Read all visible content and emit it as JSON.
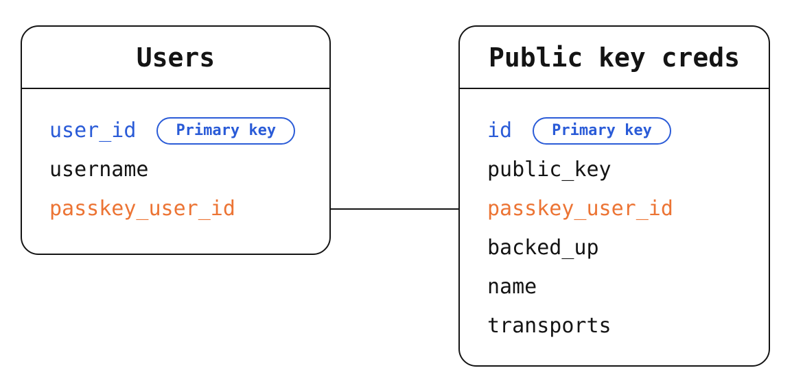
{
  "colors": {
    "ink": "#141414",
    "blue": "#2a5bd7",
    "orange": "#ec7434",
    "background": "#ffffff"
  },
  "tables": [
    {
      "title": "Users",
      "fields": [
        {
          "name": "user_id",
          "color": "blue",
          "badge": "Primary key"
        },
        {
          "name": "username",
          "color": "default"
        },
        {
          "name": "passkey_user_id",
          "color": "orange"
        }
      ]
    },
    {
      "title": "Public key creds",
      "fields": [
        {
          "name": "id",
          "color": "blue",
          "badge": "Primary key"
        },
        {
          "name": "public_key",
          "color": "default"
        },
        {
          "name": "passkey_user_id",
          "color": "orange"
        },
        {
          "name": "backed_up",
          "color": "default"
        },
        {
          "name": "name",
          "color": "default"
        },
        {
          "name": "transports",
          "color": "default"
        }
      ]
    }
  ],
  "relationship": {
    "connects": [
      "passkey_user_id",
      "passkey_user_id"
    ]
  }
}
